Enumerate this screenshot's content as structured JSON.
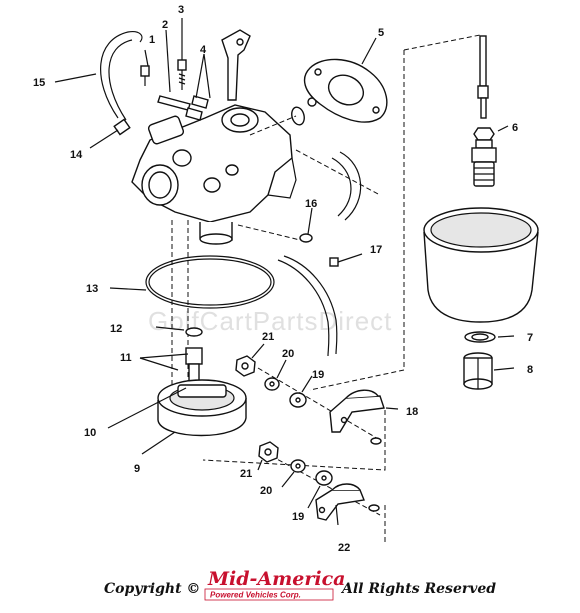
{
  "callouts": {
    "c1": "1",
    "c2": "2",
    "c3": "3",
    "c4": "4",
    "c5": "5",
    "c6": "6",
    "c7": "7",
    "c8": "8",
    "c9": "9",
    "c10": "10",
    "c11": "11",
    "c12": "12",
    "c13": "13",
    "c14": "14",
    "c15": "15",
    "c16": "16",
    "c17": "17",
    "c18": "18",
    "c19a": "19",
    "c19b": "19",
    "c20a": "20",
    "c20b": "20",
    "c21a": "21",
    "c21b": "21",
    "c22": "22"
  },
  "watermark": "GolfCartPartsDirect",
  "footer": {
    "copyright": "Copyright ©",
    "logo_top": "Mid-America",
    "logo_bottom": "Powered Vehicles Corp.",
    "rights": "All Rights Reserved"
  },
  "colors": {
    "logo_red": "#c8102e",
    "ink": "#111111",
    "watermark": "#c8c8c8"
  }
}
